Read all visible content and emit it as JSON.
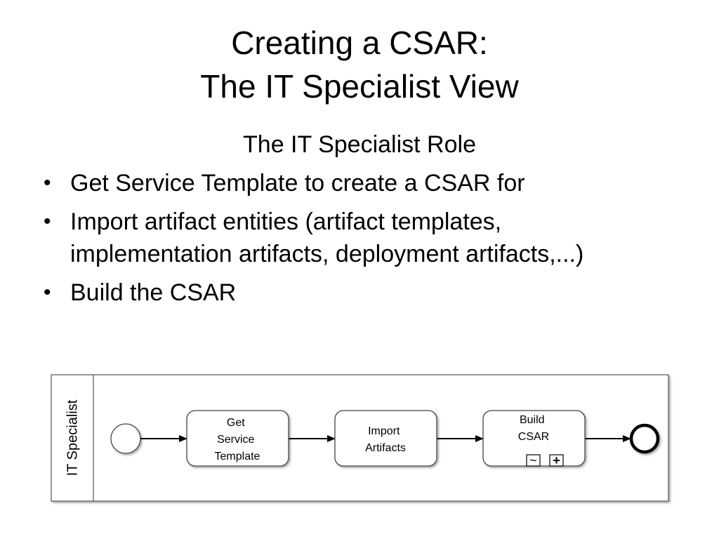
{
  "slide": {
    "title_line1": "Creating a CSAR:",
    "title_line2": "The IT Specialist View",
    "subtitle": "The IT Specialist Role",
    "bullets": [
      "Get Service Template to create a CSAR for",
      "Import artifact entities (artifact templates, implementation artifacts, deployment artifacts,...)",
      "Build the CSAR"
    ],
    "bullet_marker": "•"
  },
  "diagram": {
    "lane_label": "IT Specialist",
    "tasks": [
      {
        "lines": [
          "Get",
          "Service",
          "Template"
        ]
      },
      {
        "lines": [
          "Import",
          "Artifacts"
        ]
      },
      {
        "lines": [
          "Build",
          "CSAR"
        ],
        "markers": [
          "loop-marker",
          "subprocess-marker"
        ]
      }
    ],
    "loop_symbol": "~",
    "subprocess_symbol": "+"
  }
}
